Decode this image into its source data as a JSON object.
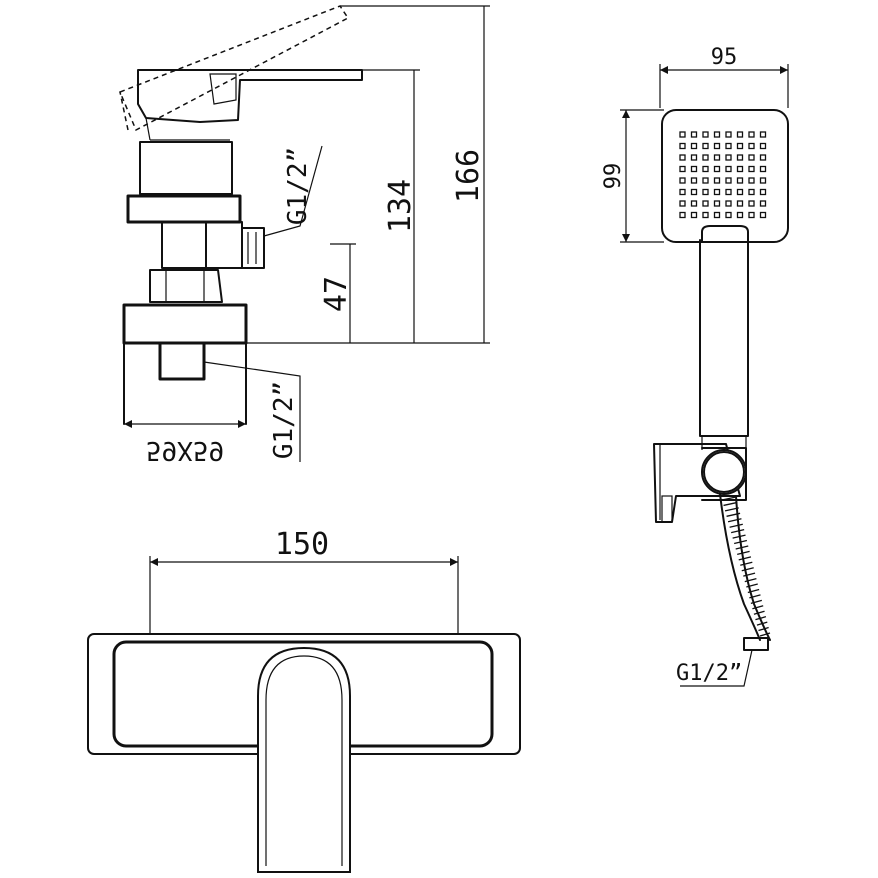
{
  "dimensions": {
    "d166": "166",
    "d134": "134",
    "d47": "47",
    "d150": "150",
    "d95": "95",
    "d99": "99",
    "base": "59X59",
    "thread_top": "G1/2”",
    "thread_bottom": "G1/2”",
    "thread_hose": "G1/2”"
  }
}
